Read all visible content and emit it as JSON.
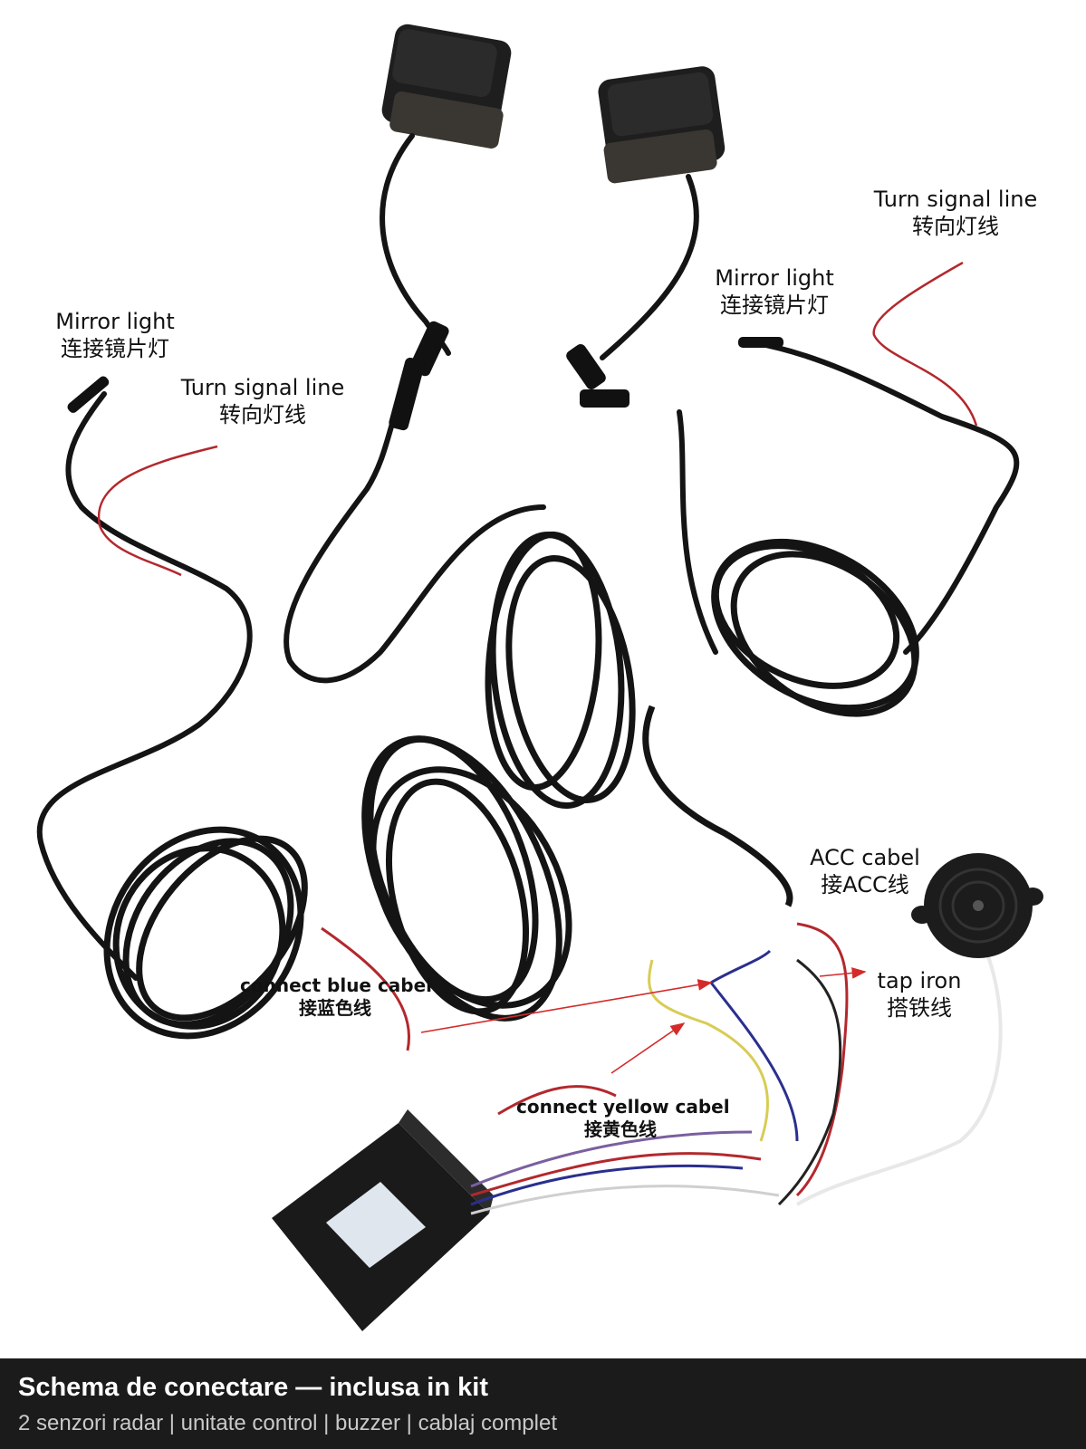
{
  "labels": {
    "mirror_left": {
      "en": "Mirror light",
      "zh": "连接镜片灯"
    },
    "turn_left": {
      "en": "Turn signal line",
      "zh": "转向灯线"
    },
    "mirror_right": {
      "en": "Mirror light",
      "zh": "连接镜片灯"
    },
    "turn_right": {
      "en": "Turn signal line",
      "zh": "转向灯线"
    },
    "acc": {
      "en": "ACC cabel",
      "zh": "接ACC线"
    },
    "tap_iron": {
      "en": "tap iron",
      "zh": "搭铁线"
    },
    "blue": {
      "en": "connect blue cabel",
      "zh": "接蓝色线"
    },
    "yellow": {
      "en": "connect yellow cabel",
      "zh": "接黄色线"
    }
  },
  "footer": {
    "title": "Schema de conectare — inclusa in kit",
    "subtitle": "2 senzori radar | unitate control | buzzer | cablaj complet"
  },
  "colors": {
    "cable": "#141414",
    "red_wire": "#b3282d",
    "yellow_wire": "#d8cc55",
    "blue_wire": "#2a2f8f",
    "arrow": "#d42a2a",
    "footer_bg": "#1b1b1b"
  }
}
